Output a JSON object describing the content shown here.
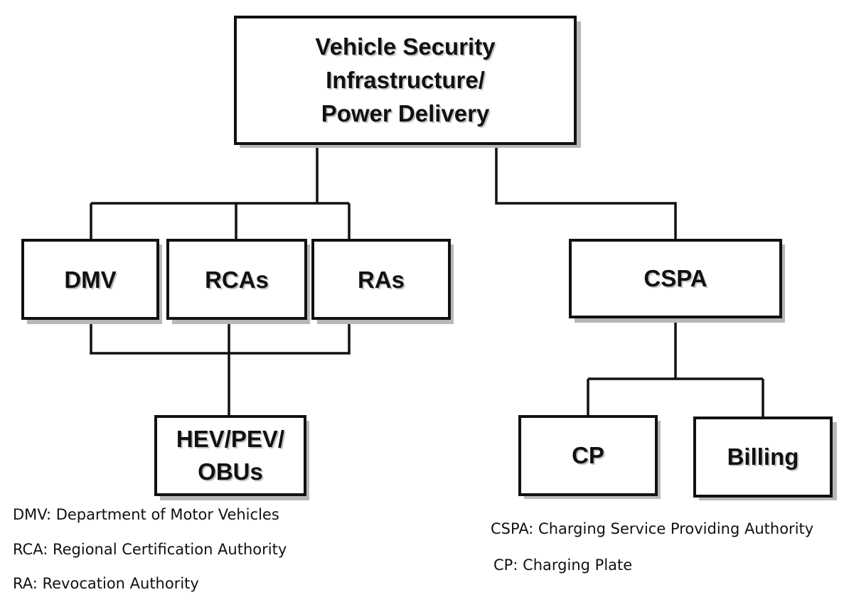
{
  "nodes": {
    "root": {
      "lines": [
        "Vehicle Security",
        "Infrastructure/",
        "Power Delivery"
      ]
    },
    "dmv": {
      "lines": [
        "DMV"
      ]
    },
    "rcas": {
      "lines": [
        "RCAs"
      ]
    },
    "ras": {
      "lines": [
        "RAs"
      ]
    },
    "cspa": {
      "lines": [
        "CSPA"
      ]
    },
    "hev": {
      "lines": [
        "HEV/PEV/",
        "OBUs"
      ]
    },
    "cp": {
      "lines": [
        "CP"
      ]
    },
    "billing": {
      "lines": [
        "Billing"
      ]
    }
  },
  "edges": [
    [
      "root",
      "dmv"
    ],
    [
      "root",
      "rcas"
    ],
    [
      "root",
      "ras"
    ],
    [
      "root",
      "cspa"
    ],
    [
      "dmv",
      "hev"
    ],
    [
      "rcas",
      "hev"
    ],
    [
      "ras",
      "hev"
    ],
    [
      "cspa",
      "cp"
    ],
    [
      "cspa",
      "billing"
    ]
  ],
  "legend": {
    "left": [
      "DMV: Department of Motor Vehicles",
      "RCA: Regional Certification Authority",
      "RA: Revocation Authority"
    ],
    "right": [
      "CSPA: Charging Service Providing Authority",
      "CP: Charging Plate"
    ]
  }
}
